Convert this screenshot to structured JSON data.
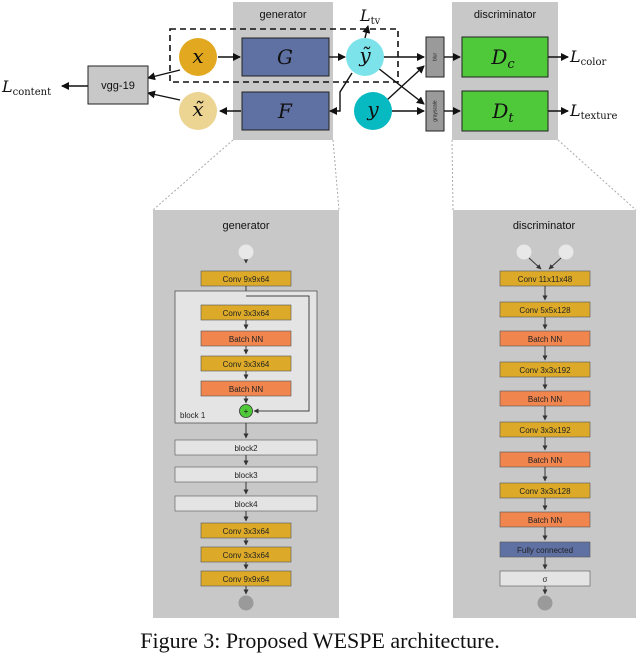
{
  "top": {
    "generator_label": "generator",
    "discriminator_label": "discriminator",
    "nodes": {
      "x": "x",
      "G": "G",
      "y_tilde": "ỹ",
      "x_tilde": "x̃",
      "F": "F",
      "y": "y",
      "Dc": "D",
      "Dc_sub": "c",
      "Dt": "D",
      "Dt_sub": "t",
      "vgg": "vgg-19",
      "blur": "blur",
      "grayscale": "grayscale"
    },
    "losses": {
      "content": "L",
      "content_sub": "content",
      "tv": "L",
      "tv_sub": "tv",
      "color": "L",
      "color_sub": "color",
      "texture": "L",
      "texture_sub": "texture"
    }
  },
  "generator_detail": {
    "title": "generator",
    "layers_top": [
      "Conv 9x9x64"
    ],
    "block1_layers": [
      "Conv 3x3x64",
      "Batch NN",
      "Conv 3x3x64",
      "Batch NN"
    ],
    "block1_label": "block 1",
    "plus_symbol": "+",
    "blocks": [
      "block2",
      "block3",
      "block4"
    ],
    "layers_bottom": [
      "Conv 3x3x64",
      "Conv 3x3x64",
      "Conv 9x9x64"
    ]
  },
  "discriminator_detail": {
    "title": "discriminator",
    "layers": [
      "Conv 11x11x48",
      "Conv 5x5x128",
      "Batch NN",
      "Conv 3x3x192",
      "Batch NN",
      "Conv 3x3x192",
      "Batch NN",
      "Conv 3x3x128",
      "Batch NN",
      "Fully connected",
      "σ"
    ]
  },
  "caption": "Figure 3: Proposed WESPE architecture.",
  "colors": {
    "panel_gray": "#c8c8c8",
    "generator_blue": "#5f70a3",
    "discriminator_green": "#4fc83a",
    "x_orange": "#e2a920",
    "x_tilde_light": "#ecd492",
    "y_tilde_light": "#7de3ea",
    "y_teal": "#07b9c1",
    "conv_gold": "#dcaa28",
    "batch_orange": "#f0854e",
    "fc_blue": "#5f70a3",
    "block_gray": "#e4e4e4"
  }
}
